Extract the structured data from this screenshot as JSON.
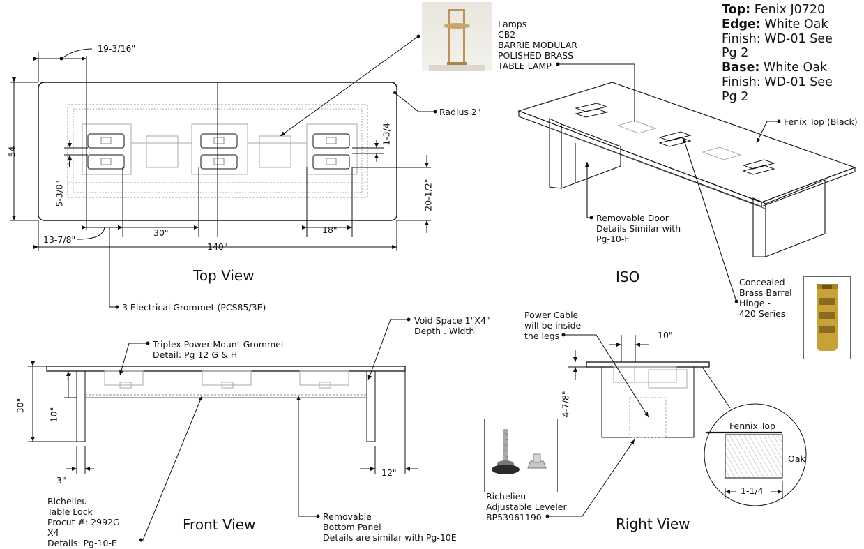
{
  "spec": {
    "top_label": "Top:",
    "top_value": " Fenix J0720",
    "edge_label": "Edge:",
    "edge_value": " White Oak",
    "finish1_line1": "Finish: WD-01 See",
    "finish1_line2": "Pg 2",
    "base_label": "Base:",
    "base_value": " White Oak",
    "finish2_line1": "Finish: WD-01 See",
    "finish2_line2": "Pg 2"
  },
  "lamp": {
    "lines": [
      "Lamps",
      "CB2",
      "BARRIE MODULAR",
      "POLISHED BRASS",
      "TABLE LAMP"
    ]
  },
  "views": {
    "top": "Top View",
    "iso": "ISO",
    "front": "Front View",
    "right": "Right View"
  },
  "top_view": {
    "dim_19_3_16": "19-3/16\"",
    "dim_54": "54",
    "dim_5_3_8": "5-3/8\"",
    "dim_1_3_4": "1-3/4",
    "dim_20_1_2": "20-1/2\"",
    "dim_13_7_8": "13-7/8\"",
    "dim_30": "30\"",
    "dim_18": "18\"",
    "dim_140": "140\"",
    "radius": "Radius 2\"",
    "grommet": "3 Electrical Grommet (PCS85/3E)"
  },
  "iso_view": {
    "fenix_top": "Fenix Top (Black)",
    "door": [
      "Removable Door",
      "Details Similar with",
      "Pg-10-F"
    ],
    "hinge": [
      "Concealed",
      "Brass Barrel",
      "Hinge -",
      "420 Series"
    ]
  },
  "front_view": {
    "triplex": [
      "Triplex Power Mount Grommet",
      "Detail: Pg 12 G & H"
    ],
    "void": [
      "Void Space 1\"X4\"",
      "Depth . Width"
    ],
    "dim_30": "30\"",
    "dim_10": "10\"",
    "dim_3": "3\"",
    "dim_12": "12\"",
    "lock": [
      "Richelieu",
      "Table Lock",
      "Procut #: 2992G",
      "X4",
      "Details: Pg-10-E"
    ],
    "panel": [
      "Removable",
      "Bottom Panel",
      "Details are similar with Pg-10E"
    ]
  },
  "right_view": {
    "cable": [
      "Power Cable",
      "will be inside",
      "the legs"
    ],
    "dim_10": "10\"",
    "dim_4_7_8": "4-7/8\"",
    "leveler": [
      "Richelieu",
      "Adjustable Leveler",
      "BP53961190"
    ],
    "fennix_top": "Fennix Top",
    "oak": "Oak",
    "dim_1_1_4": "1-1/4"
  },
  "icons": [
    "table-lamp-photo",
    "brass-barrel-hinge-photo",
    "adjustable-leveler-photo"
  ]
}
